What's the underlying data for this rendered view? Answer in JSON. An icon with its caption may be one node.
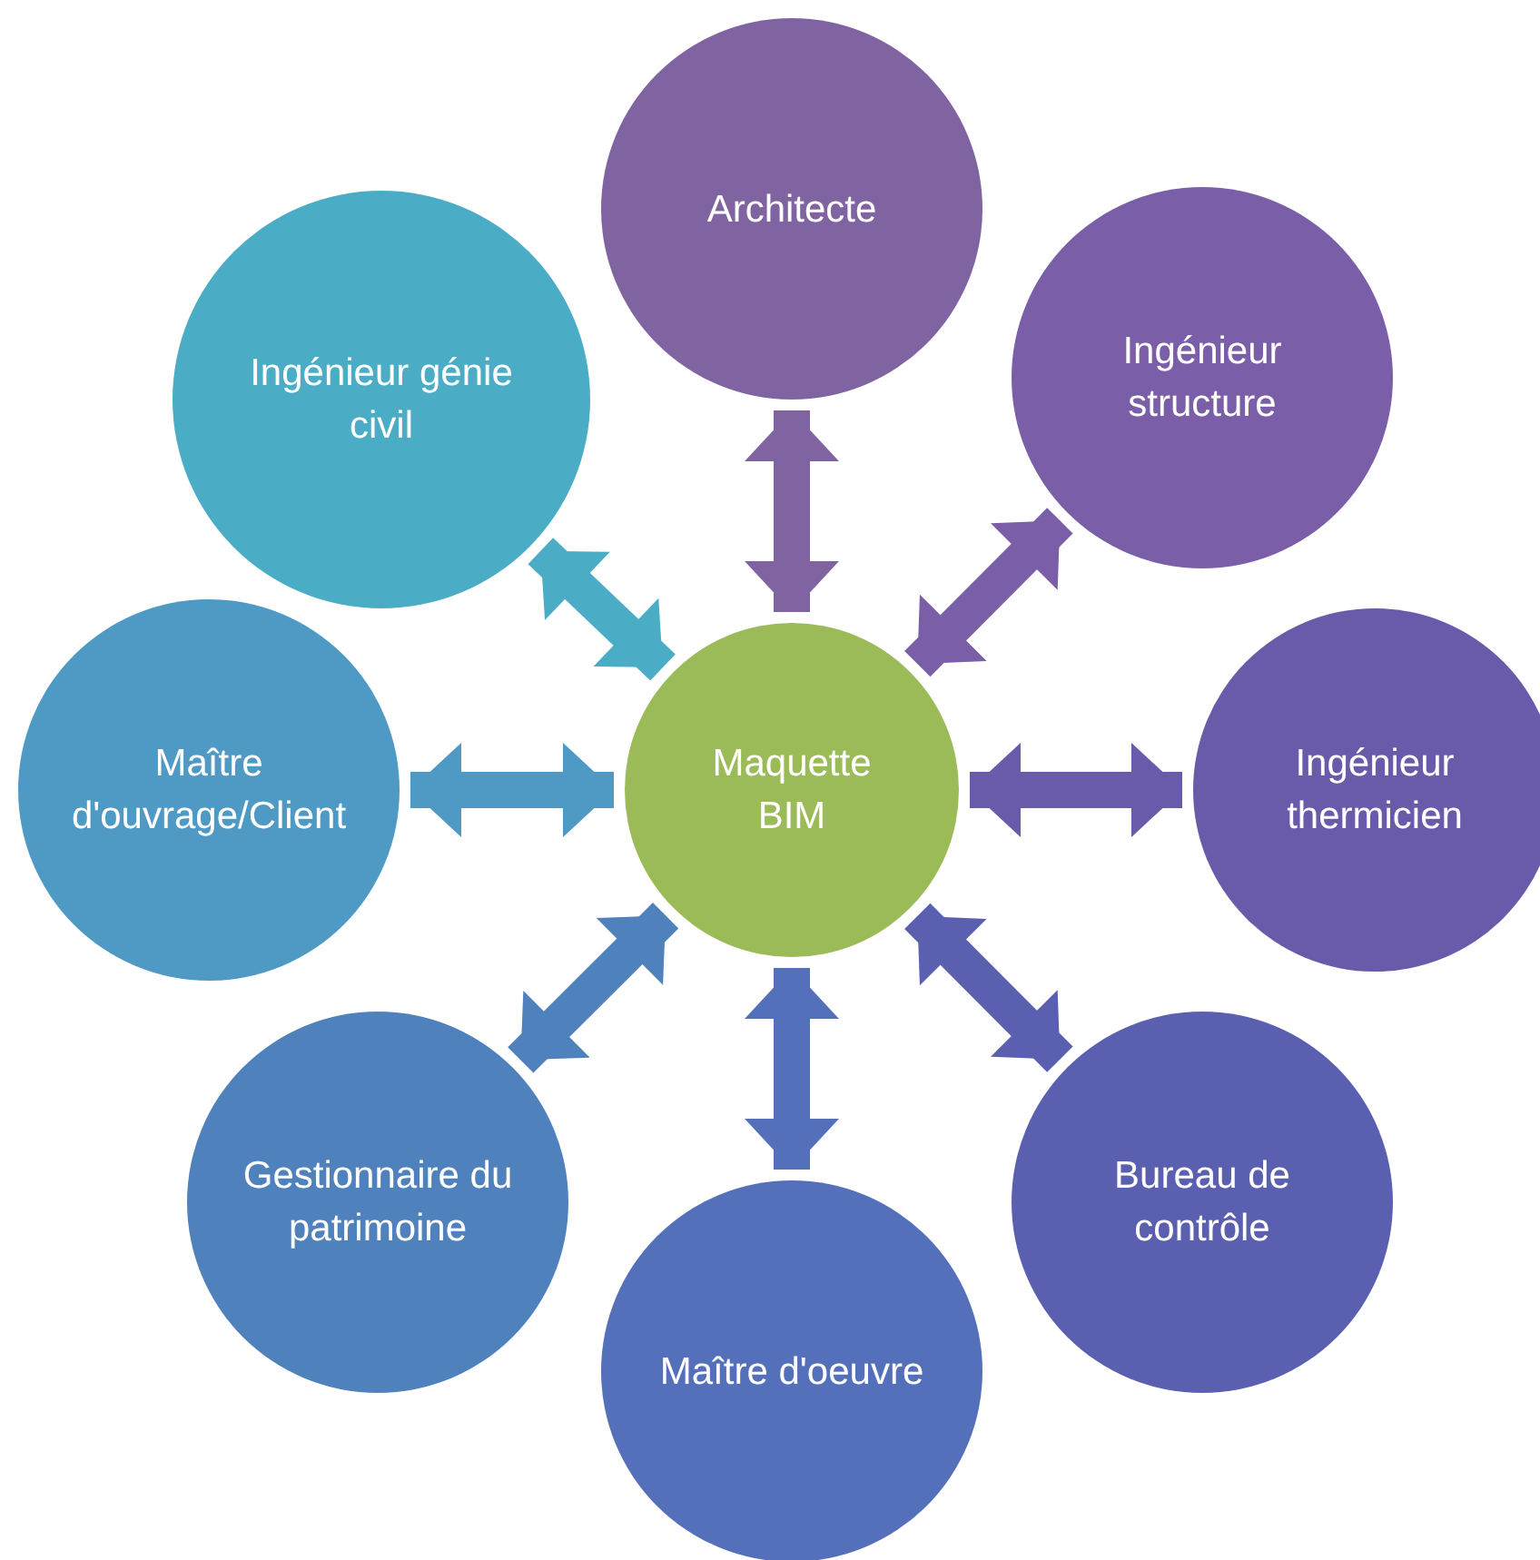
{
  "diagram": {
    "nodes": [
      {
        "text": [
          "Architecte"
        ]
      },
      {
        "text": [
          "Ingénieur génie civil"
        ]
      },
      {
        "text": [
          "Ingénieur structure"
        ]
      },
      {
        "text": [
          "Maquette BIM"
        ]
      },
      {
        "text": [
          "Maître d'ouvrage/Client"
        ]
      },
      {
        "text": [
          "Ingénieur thermicien"
        ]
      },
      {
        "text": [
          "Gestionnaire du patrimoine"
        ]
      },
      {
        "text": [
          "Bureau de contrôle"
        ]
      },
      {
        "text": [
          "Maître d'oeuvre"
        ]
      }
    ],
    "edges": [
      {
        "from": 3,
        "to": 0,
        "arrow": "both",
        "color": "#8064a2"
      },
      {
        "from": 3,
        "to": 1,
        "arrow": "both",
        "color": "#4bacc6"
      },
      {
        "from": 3,
        "to": 2,
        "arrow": "both",
        "color": "#7a5fa8"
      },
      {
        "from": 3,
        "to": 4,
        "arrow": "both",
        "color": "#4f9ac4"
      },
      {
        "from": 3,
        "to": 5,
        "arrow": "both",
        "color": "#6a5aaa"
      },
      {
        "from": 3,
        "to": 6,
        "arrow": "both",
        "color": "#4f81bd"
      },
      {
        "from": 3,
        "to": 7,
        "arrow": "both",
        "color": "#5a5fb0"
      },
      {
        "from": 3,
        "to": 8,
        "arrow": "both",
        "color": "#5570bb"
      }
    ]
  }
}
